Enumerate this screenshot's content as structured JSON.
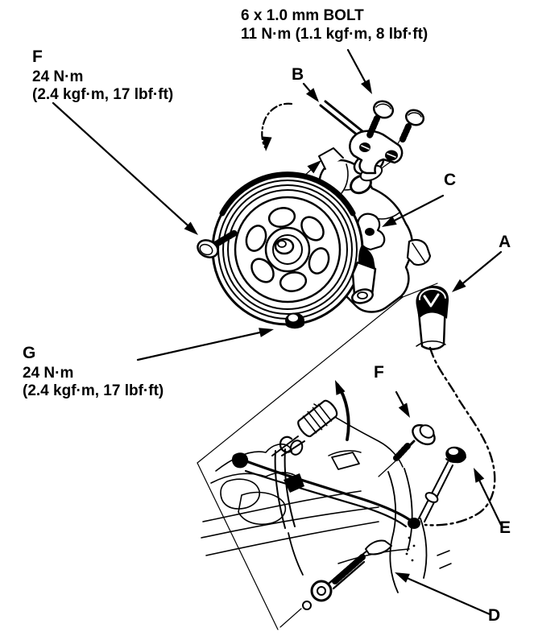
{
  "figure": {
    "type": "service-manual-illustration",
    "subject": "power steering pump installation diagram",
    "colors": {
      "ink": "#000000",
      "background": "#ffffff"
    },
    "callouts": {
      "bolt_spec": {
        "line1": "6 x 1.0 mm BOLT",
        "line2": "11 N·m (1.1 kgf·m, 8 lbf·ft)"
      },
      "f_upper": {
        "letter": "F",
        "torque": "24 N·m",
        "detail": "(2.4 kgf·m, 17 lbf·ft)"
      },
      "g": {
        "letter": "G",
        "torque": "24 N·m",
        "detail": "(2.4 kgf·m, 17 lbf·ft)"
      },
      "a": {
        "letter": "A"
      },
      "b": {
        "letter": "B"
      },
      "c": {
        "letter": "C"
      },
      "d": {
        "letter": "D"
      },
      "e": {
        "letter": "E"
      },
      "f_lower": {
        "letter": "F"
      }
    }
  }
}
